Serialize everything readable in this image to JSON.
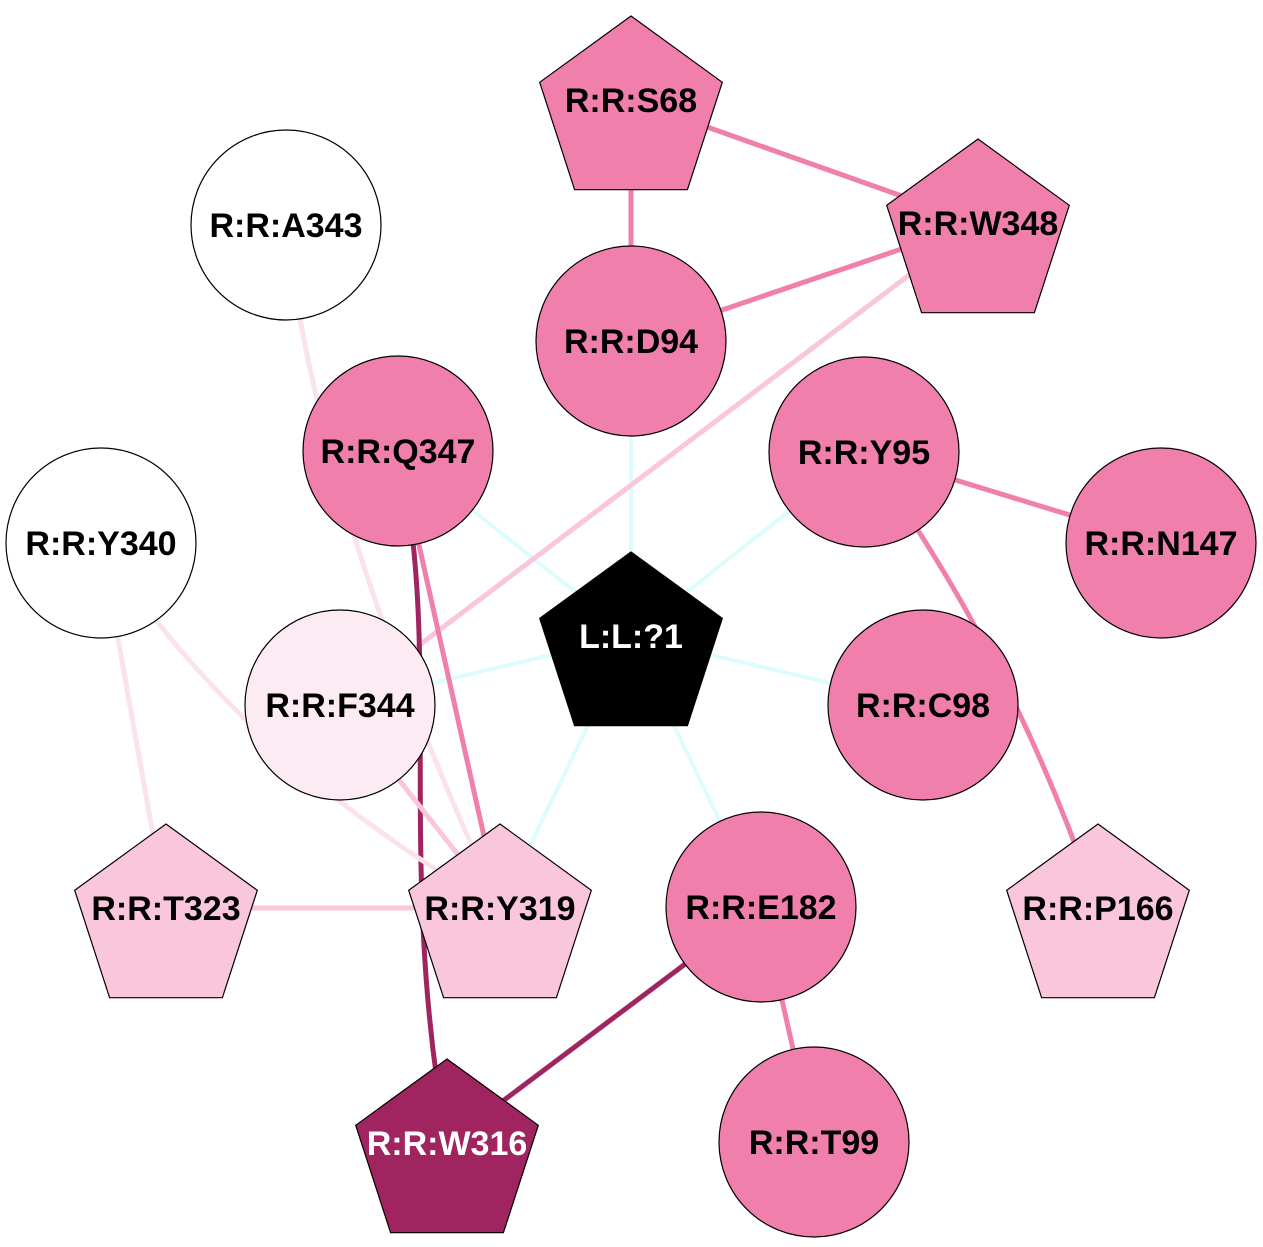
{
  "colors": {
    "ligand": "#000000",
    "dark": "#a0245f",
    "medium": "#f07fac",
    "light": "#f9c6dc",
    "pale": "#fcebf3",
    "white": "#ffffff",
    "ligand_edge": "#ddfdfd",
    "faint_edge": "#fbe3ec"
  },
  "nodes": [
    {
      "id": "L:L:?1",
      "label": "L:L:?1",
      "shape": "pentagon",
      "fill": "ligand",
      "text": "#ffffff"
    },
    {
      "id": "R:R:S68",
      "label": "R:R:S68",
      "shape": "pentagon",
      "fill": "medium",
      "text": "#000000"
    },
    {
      "id": "R:R:W348",
      "label": "R:R:W348",
      "shape": "pentagon",
      "fill": "medium",
      "text": "#000000"
    },
    {
      "id": "R:R:D94",
      "label": "R:R:D94",
      "shape": "circle",
      "fill": "medium",
      "text": "#000000"
    },
    {
      "id": "R:R:A343",
      "label": "R:R:A343",
      "shape": "circle",
      "fill": "white",
      "text": "#000000"
    },
    {
      "id": "R:R:Q347",
      "label": "R:R:Q347",
      "shape": "circle",
      "fill": "medium",
      "text": "#000000"
    },
    {
      "id": "R:R:Y95",
      "label": "R:R:Y95",
      "shape": "circle",
      "fill": "medium",
      "text": "#000000"
    },
    {
      "id": "R:R:N147",
      "label": "R:R:N147",
      "shape": "circle",
      "fill": "medium",
      "text": "#000000"
    },
    {
      "id": "R:R:Y340",
      "label": "R:R:Y340",
      "shape": "circle",
      "fill": "white",
      "text": "#000000"
    },
    {
      "id": "R:R:F344",
      "label": "R:R:F344",
      "shape": "circle",
      "fill": "pale",
      "text": "#000000"
    },
    {
      "id": "R:R:C98",
      "label": "R:R:C98",
      "shape": "circle",
      "fill": "medium",
      "text": "#000000"
    },
    {
      "id": "R:R:T323",
      "label": "R:R:T323",
      "shape": "pentagon",
      "fill": "light",
      "text": "#000000"
    },
    {
      "id": "R:R:Y319",
      "label": "R:R:Y319",
      "shape": "pentagon",
      "fill": "light",
      "text": "#000000"
    },
    {
      "id": "R:R:E182",
      "label": "R:R:E182",
      "shape": "circle",
      "fill": "medium",
      "text": "#000000"
    },
    {
      "id": "R:R:P166",
      "label": "R:R:P166",
      "shape": "pentagon",
      "fill": "light",
      "text": "#000000"
    },
    {
      "id": "R:R:W316",
      "label": "R:R:W316",
      "shape": "pentagon",
      "fill": "dark",
      "text": "#ffffff"
    },
    {
      "id": "R:R:T99",
      "label": "R:R:T99",
      "shape": "circle",
      "fill": "medium",
      "text": "#000000"
    }
  ],
  "edges": [
    {
      "from": "L:L:?1",
      "to": "R:R:D94",
      "color": "ligand_edge"
    },
    {
      "from": "L:L:?1",
      "to": "R:R:Q347",
      "color": "ligand_edge"
    },
    {
      "from": "L:L:?1",
      "to": "R:R:Y95",
      "color": "ligand_edge"
    },
    {
      "from": "L:L:?1",
      "to": "R:R:F344",
      "color": "ligand_edge"
    },
    {
      "from": "L:L:?1",
      "to": "R:R:C98",
      "color": "ligand_edge"
    },
    {
      "from": "L:L:?1",
      "to": "R:R:Y319",
      "color": "ligand_edge"
    },
    {
      "from": "L:L:?1",
      "to": "R:R:E182",
      "color": "ligand_edge"
    },
    {
      "from": "R:R:S68",
      "to": "R:R:W348",
      "color": "medium"
    },
    {
      "from": "R:R:S68",
      "to": "R:R:D94",
      "color": "medium"
    },
    {
      "from": "R:R:W348",
      "to": "R:R:D94",
      "color": "medium"
    },
    {
      "from": "R:R:W348",
      "to": "R:R:F344",
      "color": "light"
    },
    {
      "from": "R:R:Y95",
      "to": "R:R:N147",
      "color": "medium"
    },
    {
      "from": "R:R:Y95",
      "to": "R:R:P166",
      "color": "medium"
    },
    {
      "from": "R:R:Q347",
      "to": "R:R:Y319",
      "color": "medium"
    },
    {
      "from": "R:R:Q347",
      "to": "R:R:W316",
      "color": "dark"
    },
    {
      "from": "R:R:A343",
      "to": "R:R:Y319",
      "color": "faint_edge"
    },
    {
      "from": "R:R:Y340",
      "to": "R:R:T323",
      "color": "faint_edge"
    },
    {
      "from": "R:R:Y340",
      "to": "R:R:Y319",
      "color": "faint_edge"
    },
    {
      "from": "R:R:F344",
      "to": "R:R:Y319",
      "color": "light"
    },
    {
      "from": "R:R:T323",
      "to": "R:R:Y319",
      "color": "light"
    },
    {
      "from": "R:R:E182",
      "to": "R:R:W316",
      "color": "dark"
    },
    {
      "from": "R:R:E182",
      "to": "R:R:T99",
      "color": "medium"
    }
  ]
}
